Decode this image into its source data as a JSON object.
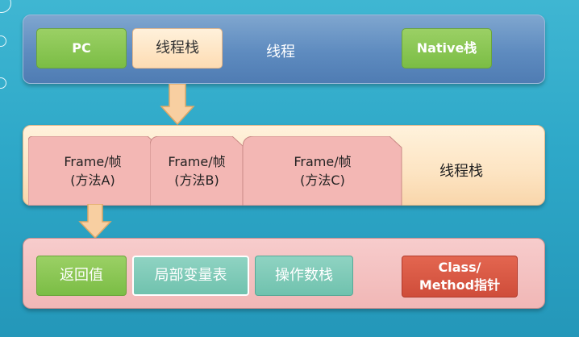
{
  "thread": {
    "pc_label": "PC",
    "thread_stack_label": "线程栈",
    "thread_label": "线程",
    "native_stack_label": "Native栈"
  },
  "stack": {
    "frames": [
      {
        "line1": "Frame/帧",
        "line2": "(方法A)"
      },
      {
        "line1": "Frame/帧",
        "line2": "(方法B)"
      },
      {
        "line1": "Frame/帧",
        "line2": "(方法C)"
      }
    ],
    "label": "线程栈"
  },
  "frame": {
    "return_value": "返回值",
    "local_var_table": "局部变量表",
    "operand_stack": "操作数栈",
    "class_method_line1": "Class/",
    "class_method_line2": "Method指针"
  },
  "colors": {
    "background": "#2ea8c8",
    "thread_panel": "#5e8bbf",
    "stack_panel": "#fde4c2",
    "frame_panel": "#f1b7b6",
    "green_box": "#7bbd45",
    "teal_box": "#70c2ae",
    "red_box": "#cf4d3a",
    "arrow": "#f8cfa1"
  }
}
